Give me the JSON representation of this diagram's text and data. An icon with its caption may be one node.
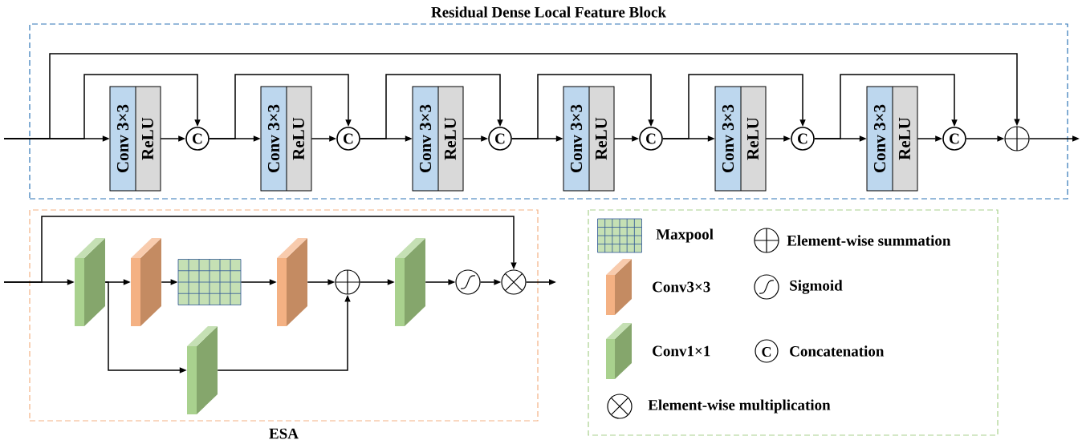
{
  "diagram": {
    "nodes": [
      {
        "text": [
          "Residual Dense Local Feature Block"
        ]
      },
      {
        "text": [
          "Conv 3×3",
          "ReLU"
        ],
        "in": 0
      },
      {
        "text": [
          "C"
        ],
        "in": 0
      },
      {
        "text": [
          "Conv 3×3",
          "ReLU"
        ],
        "in": 0
      },
      {
        "text": [
          "C"
        ],
        "in": 0
      },
      {
        "text": [
          "Conv 3×3",
          "ReLU"
        ],
        "in": 0
      },
      {
        "text": [
          "C"
        ],
        "in": 0
      },
      {
        "text": [
          "Conv 3×3",
          "ReLU"
        ],
        "in": 0
      },
      {
        "text": [
          "C"
        ],
        "in": 0
      },
      {
        "text": [
          "Conv 3×3",
          "ReLU"
        ],
        "in": 0
      },
      {
        "text": [
          "C"
        ],
        "in": 0
      },
      {
        "text": [
          "Conv 3×3",
          "ReLU"
        ],
        "in": 0
      },
      {
        "text": [
          "C"
        ],
        "in": 0
      },
      {
        "text": [],
        "shape": "circle",
        "in": 0
      },
      {
        "text": [
          "ESA"
        ]
      },
      {
        "text": [],
        "shape": "box",
        "in": 14
      },
      {
        "text": [],
        "shape": "box",
        "in": 14
      },
      {
        "text": [],
        "shape": "grid",
        "in": 14
      },
      {
        "text": [],
        "shape": "box",
        "in": 14
      },
      {
        "text": [],
        "shape": "box",
        "in": 14
      },
      {
        "text": [],
        "shape": "circle",
        "in": 14
      },
      {
        "text": [],
        "shape": "box",
        "in": 14
      },
      {
        "text": [],
        "shape": "circle",
        "in": 14
      },
      {
        "text": [],
        "shape": "circle",
        "in": 14
      }
    ],
    "edges": [
      {
        "from": null,
        "to": 1,
        "arrow": "to"
      },
      {
        "from": null,
        "to": 2,
        "arrow": "to"
      },
      {
        "from": null,
        "to": 13,
        "arrow": "to"
      },
      {
        "from": 1,
        "to": 2,
        "arrow": "to"
      },
      {
        "from": 2,
        "to": 3,
        "arrow": "to"
      },
      {
        "from": 2,
        "to": 4,
        "arrow": "to"
      },
      {
        "from": 3,
        "to": 4,
        "arrow": "to"
      },
      {
        "from": 4,
        "to": 5,
        "arrow": "to"
      },
      {
        "from": 4,
        "to": 6,
        "arrow": "to"
      },
      {
        "from": 5,
        "to": 6,
        "arrow": "to"
      },
      {
        "from": 6,
        "to": 7,
        "arrow": "to"
      },
      {
        "from": 6,
        "to": 8,
        "arrow": "to"
      },
      {
        "from": 7,
        "to": 8,
        "arrow": "to"
      },
      {
        "from": 8,
        "to": 9,
        "arrow": "to"
      },
      {
        "from": 8,
        "to": 10,
        "arrow": "to"
      },
      {
        "from": 9,
        "to": 10,
        "arrow": "to"
      },
      {
        "from": 10,
        "to": 11,
        "arrow": "to"
      },
      {
        "from": 10,
        "to": 12,
        "arrow": "to"
      },
      {
        "from": 11,
        "to": 12,
        "arrow": "to"
      },
      {
        "from": 12,
        "to": 13,
        "arrow": "to"
      },
      {
        "from": 13,
        "to": null,
        "arrow": "to"
      },
      {
        "from": null,
        "to": 15,
        "arrow": "to"
      },
      {
        "from": null,
        "to": 23,
        "arrow": "to"
      },
      {
        "from": 15,
        "to": 16,
        "arrow": "to"
      },
      {
        "from": 15,
        "to": 18,
        "arrow": "to"
      },
      {
        "from": 16,
        "to": 17,
        "arrow": "to"
      },
      {
        "from": 17,
        "to": 19,
        "arrow": "to"
      },
      {
        "from": 19,
        "to": 20,
        "arrow": "to"
      },
      {
        "from": 18,
        "to": 20,
        "arrow": "to"
      },
      {
        "from": 20,
        "to": 21,
        "arrow": "to"
      },
      {
        "from": 21,
        "to": 22,
        "arrow": "to"
      },
      {
        "from": 22,
        "to": 23,
        "arrow": "to"
      },
      {
        "from": 23,
        "to": null,
        "arrow": "to"
      }
    ],
    "labels": [
      "C"
    ],
    "legend": [
      {
        "text": "Maxpool"
      },
      {
        "text": "Element-wise summation"
      },
      {
        "text": "Conv3×3"
      },
      {
        "text": "Sigmoid"
      },
      {
        "text": "Conv1×1"
      },
      {
        "text": "Concatenation"
      },
      {
        "text": "Element-wise multiplication"
      }
    ]
  }
}
